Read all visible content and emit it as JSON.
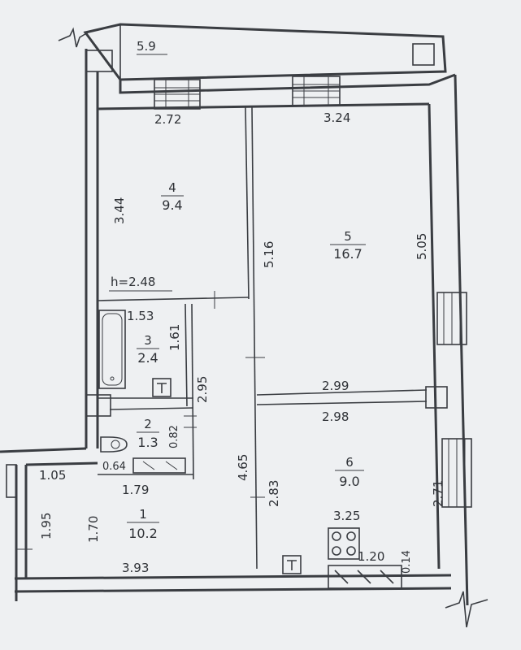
{
  "rooms": [
    {
      "number": "4",
      "area": "9.4"
    },
    {
      "number": "5",
      "area": "16.7"
    },
    {
      "number": "3",
      "area": "2.4"
    },
    {
      "number": "2",
      "area": "1.3"
    },
    {
      "number": "1",
      "area": "10.2"
    },
    {
      "number": "6",
      "area": "9.0"
    }
  ],
  "dimensions": {
    "balcony": "5.9",
    "room4_top": "2.72",
    "room5_top": "3.24",
    "room4_left": "3.44",
    "room5_left": "5.16",
    "room5_right": "5.05",
    "ceiling_height": "h=2.48",
    "bath_width": "1.53",
    "bath_height": "1.61",
    "corridor_height": "2.95",
    "room5_bottom": "2.99",
    "room6_top": "2.98",
    "toilet_height": "0.82",
    "toilet_width": "0.64",
    "hall_width_top": "1.05",
    "hall_mid": "1.79",
    "hall_corridor_height": "4.65",
    "hall_left": "1.95",
    "hall_inner": "1.70",
    "hall_bottom": "3.93",
    "kitchen_left": "2.83",
    "kitchen_width": "3.25",
    "kitchen_right": "2.71",
    "stove_width": "1.20",
    "stove_depth": "0.14"
  }
}
